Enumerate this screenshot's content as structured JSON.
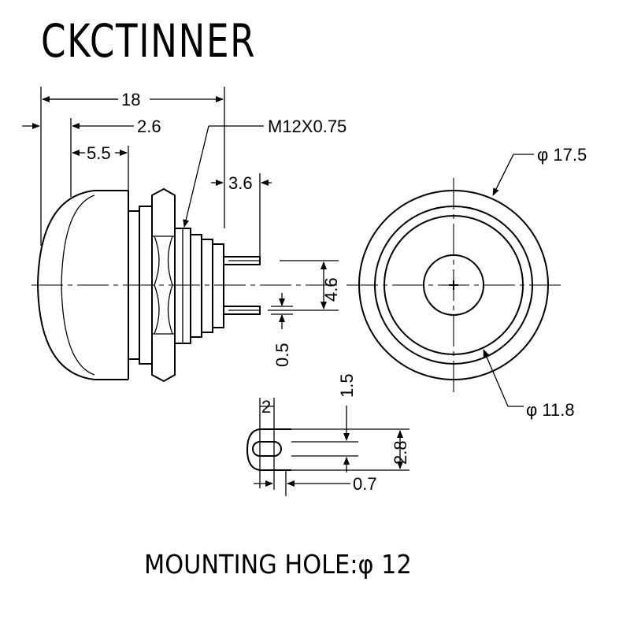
{
  "title": "CKCTINNER",
  "footer": "MOUNTING HOLE:φ 12",
  "dimensions": {
    "overall_length": "18",
    "flange_offset": "2.6",
    "cap_offset": "5.5",
    "thread": "M12X0.75",
    "terminal_length": "3.6",
    "pin_spacing": "4.6",
    "pin_thickness": "0.5",
    "outer_diameter": "φ 17.5",
    "inner_diameter": "φ 11.8",
    "tab_width": "2",
    "tab_hole": "1.5",
    "tab_height": "2.8",
    "tab_offset": "0.7"
  }
}
